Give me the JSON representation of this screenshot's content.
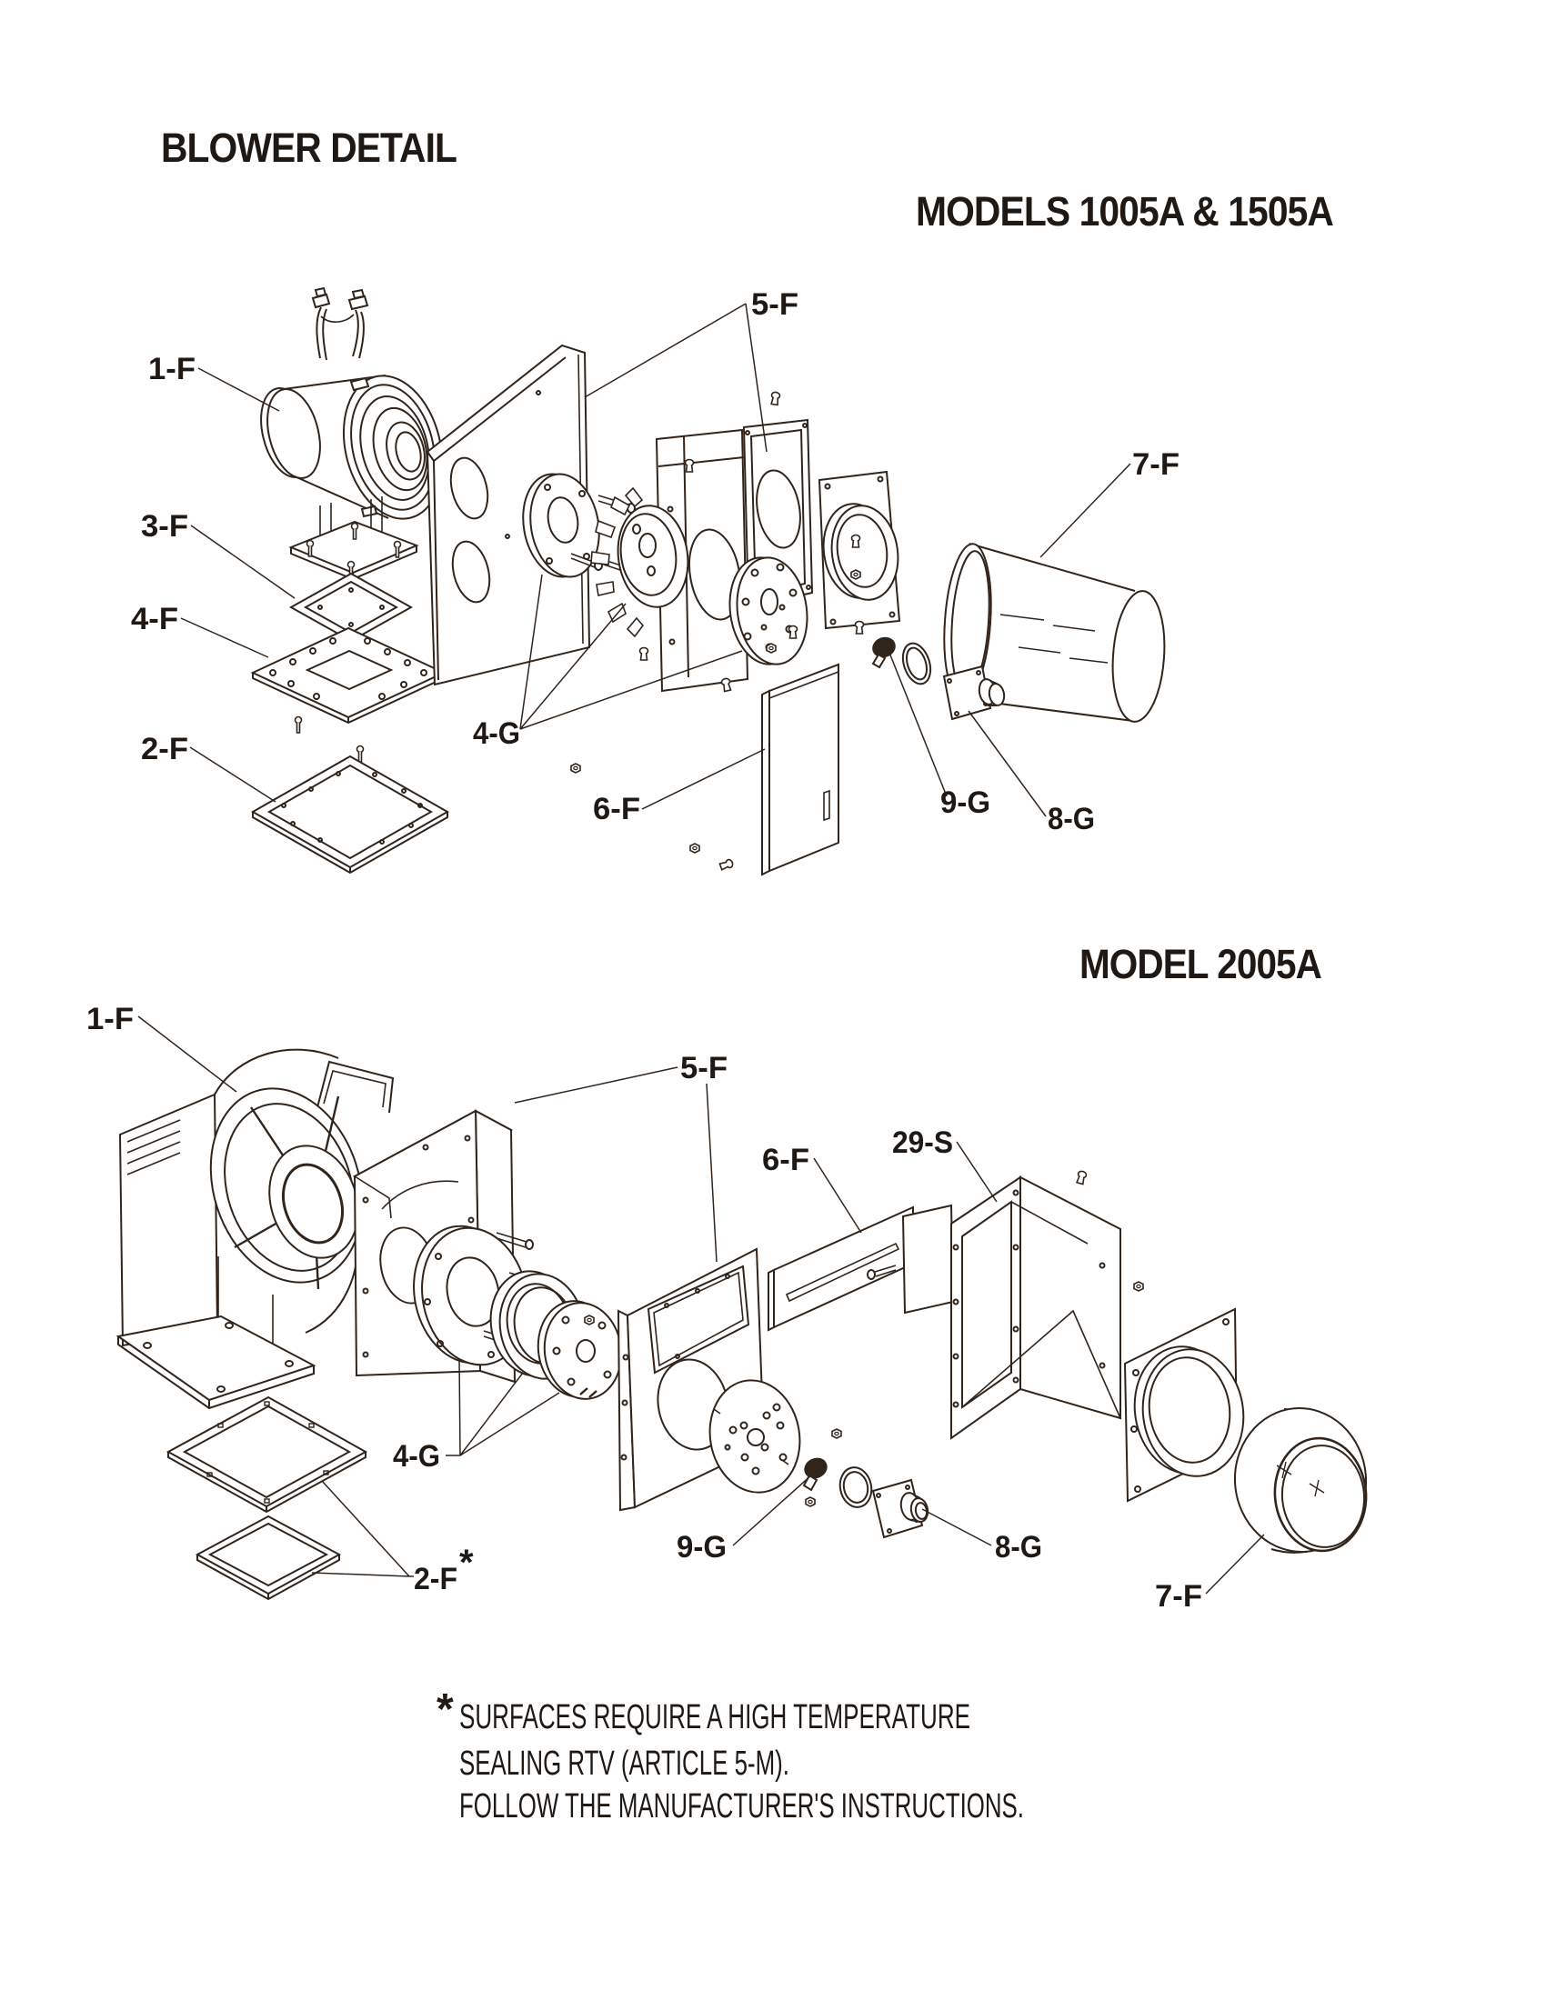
{
  "page": {
    "title": "BLOWER DETAIL",
    "line_color": "#31241a",
    "text_color": "#1f1813",
    "background": "#ffffff"
  },
  "diagram1": {
    "heading": "MODELS 1005A & 1505A",
    "labels": {
      "blower": "1-F",
      "gasket_upper": "3-F",
      "adapter_plate": "4-F",
      "gasket_lower": "2-F",
      "ring_group": "4-G",
      "mount_frames": "5-F",
      "access_door": "6-F",
      "outlet_tube": "7-F",
      "plug": "9-G",
      "flange_block": "8-G"
    }
  },
  "diagram2": {
    "heading": "MODEL 2005A",
    "labels": {
      "blower": "1-F",
      "mount_frames": "5-F",
      "slide_bar": "6-F",
      "duct_box": "29-S",
      "ring_group": "4-G",
      "gaskets": "2-F",
      "gaskets_asterisk": "*",
      "plug": "9-G",
      "flange_block": "8-G",
      "outlet_ring": "7-F"
    }
  },
  "footnote": {
    "asterisk": "*",
    "line1": "SURFACES REQUIRE A HIGH TEMPERATURE",
    "line2": "SEALING RTV (ARTICLE 5-M).",
    "line3": "FOLLOW THE MANUFACTURER'S INSTRUCTIONS."
  }
}
